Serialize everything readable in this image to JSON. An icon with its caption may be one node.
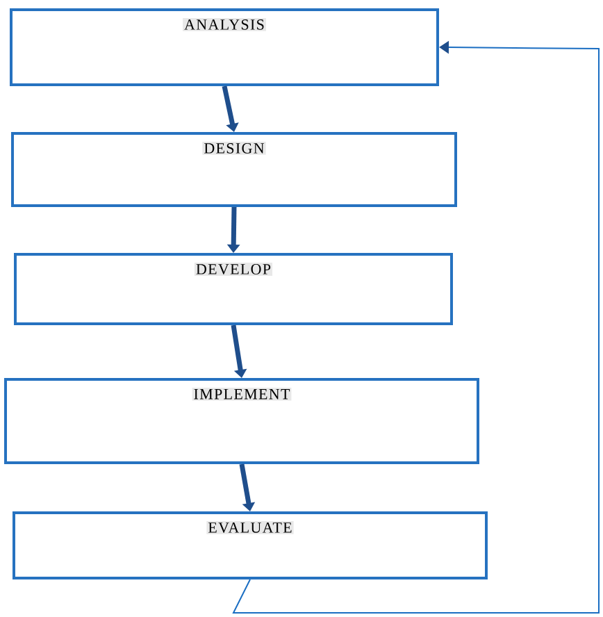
{
  "diagram": {
    "nodes": [
      {
        "text": [
          "ANALYSIS"
        ]
      },
      {
        "text": [
          "DESIGN"
        ]
      },
      {
        "text": [
          "DEVELOP"
        ]
      },
      {
        "text": [
          "IMPLEMENT"
        ]
      },
      {
        "text": [
          "EVALUATE"
        ]
      }
    ],
    "edges": [
      {
        "from": 0,
        "to": 1,
        "arrow": "to"
      },
      {
        "from": 1,
        "to": 2,
        "arrow": "to"
      },
      {
        "from": 2,
        "to": 3,
        "arrow": "to"
      },
      {
        "from": 3,
        "to": 4,
        "arrow": "to"
      },
      {
        "from": 4,
        "to": 0,
        "arrow": "to",
        "color": "#1b6ec2"
      }
    ]
  }
}
